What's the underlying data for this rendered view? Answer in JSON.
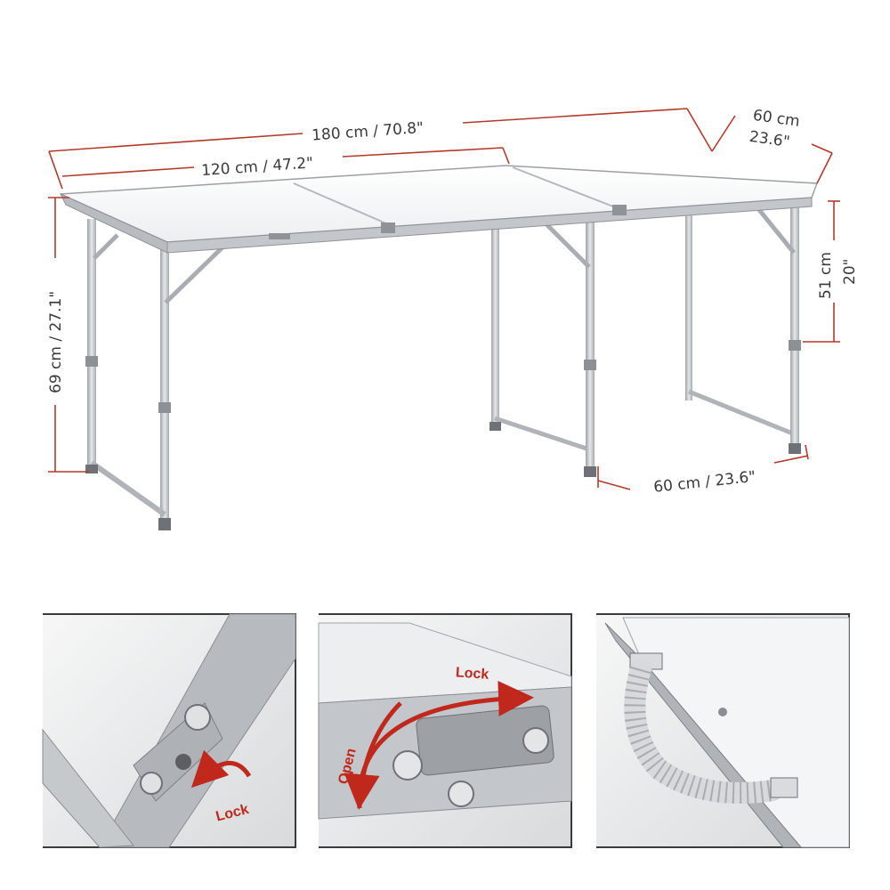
{
  "dimensions": {
    "total_length": "180 cm / 70.8\"",
    "inner_length": "120 cm / 47.2\"",
    "depth_top_cm": "60 cm",
    "depth_top_in": "23.6\"",
    "height": "69 cm / 27.1\"",
    "low_height_cm": "51 cm",
    "low_height_in": "20\"",
    "leg_span": "60 cm / 23.6\""
  },
  "details": {
    "hinge_lock": "Lock",
    "latch_lock": "Lock",
    "latch_open": "Open"
  },
  "colors": {
    "dimension_line": "#b33a2a",
    "annotation_red": "#c0281c",
    "aluminium": "#c9ccd0"
  }
}
